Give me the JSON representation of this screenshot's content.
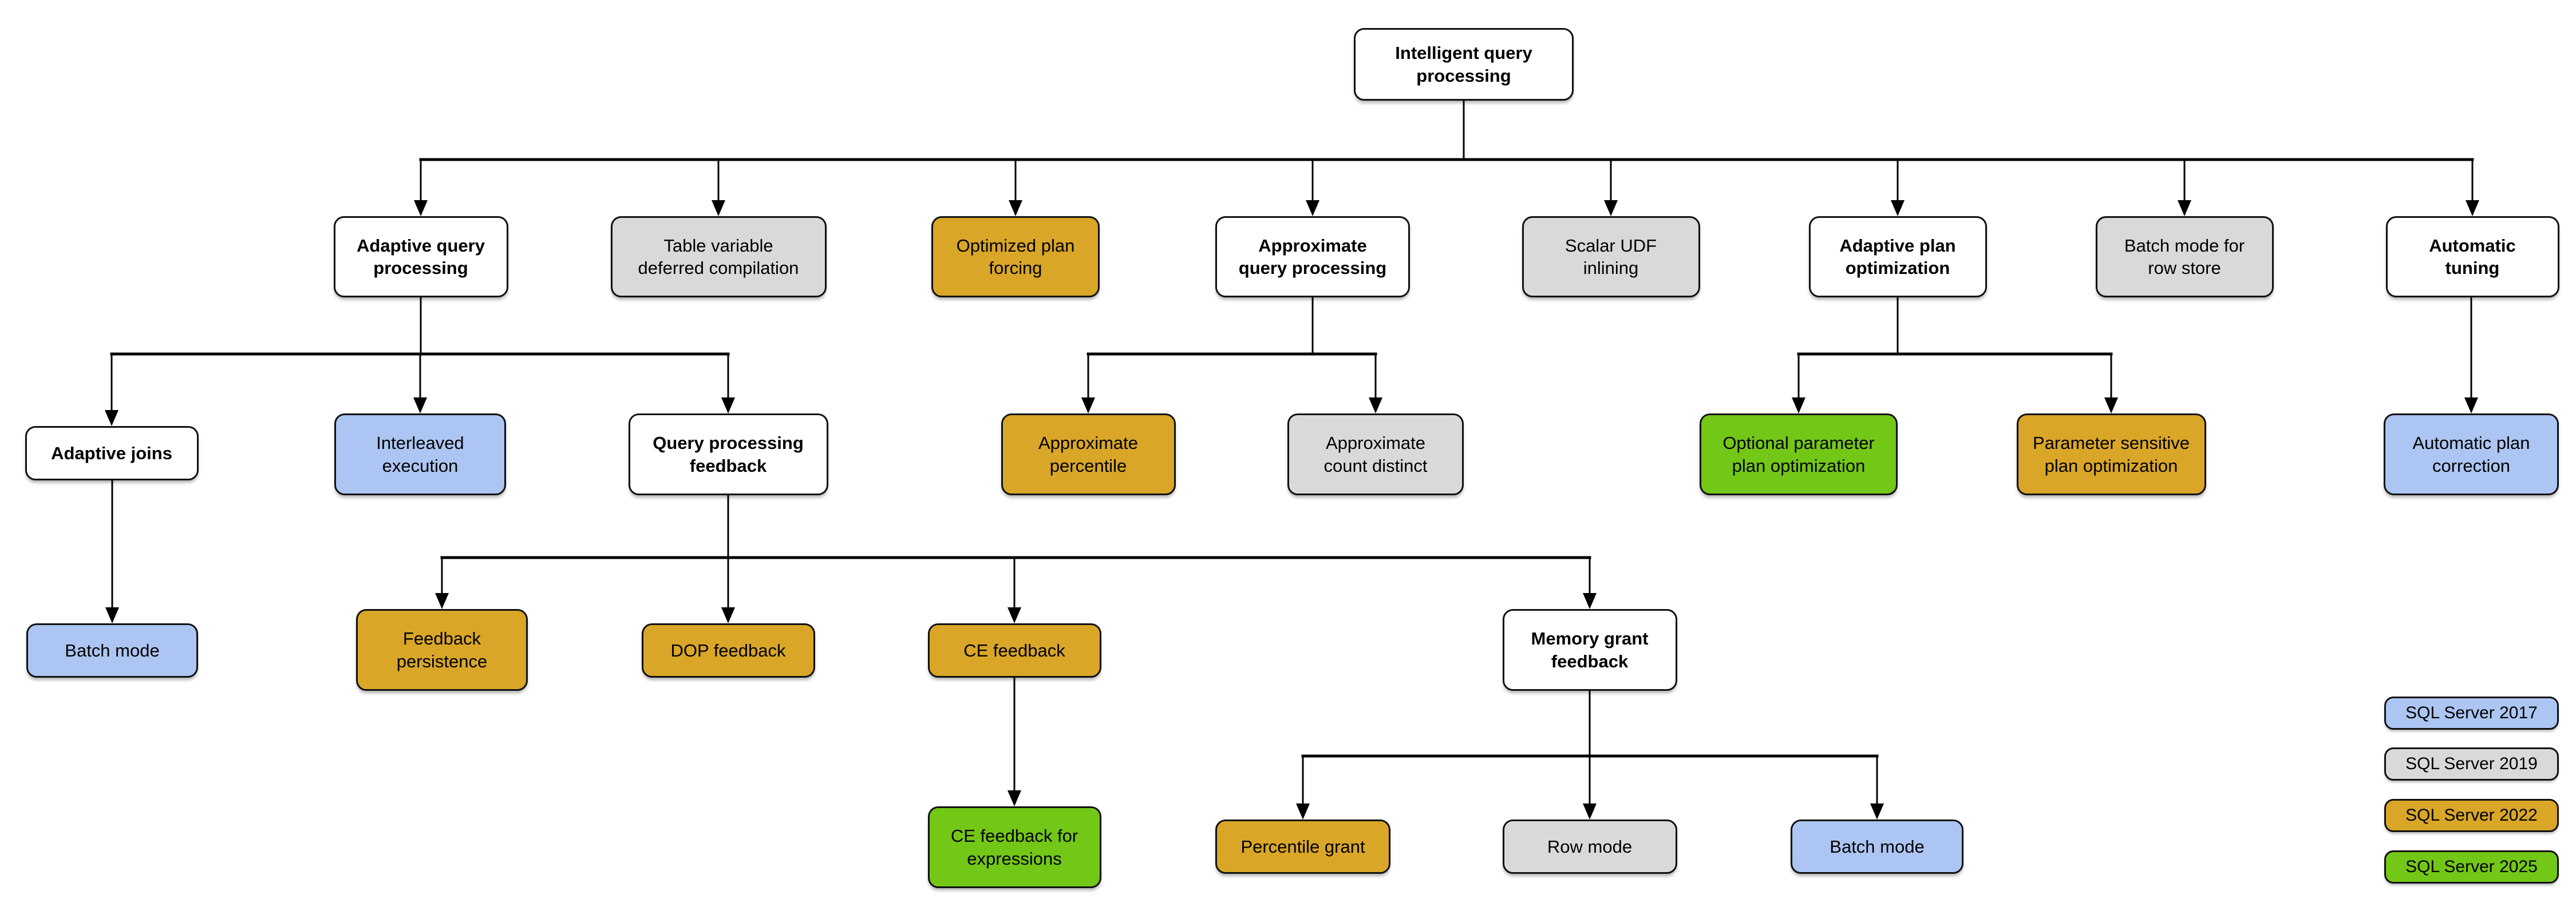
{
  "colors": {
    "white": "#FFFFFF",
    "gray": "#D9D9D9",
    "gold": "#D9A627",
    "blue": "#ACC5F2",
    "green": "#73C717",
    "border": "#111111",
    "line": "#000000"
  },
  "nodes": [
    {
      "id": "iqp",
      "label": "Intelligent query\nprocessing",
      "color": "white"
    },
    {
      "id": "aqp",
      "label": "Adaptive query\nprocessing",
      "color": "white"
    },
    {
      "id": "tvdc",
      "label": "Table variable\ndeferred compilation",
      "color": "gray"
    },
    {
      "id": "opf",
      "label": "Optimized plan\nforcing",
      "color": "gold"
    },
    {
      "id": "apqp",
      "label": "Approximate\nquery processing",
      "color": "white"
    },
    {
      "id": "sudf",
      "label": "Scalar UDF\ninlining",
      "color": "gray"
    },
    {
      "id": "apo",
      "label": "Adaptive plan\noptimization",
      "color": "white"
    },
    {
      "id": "bmrs",
      "label": "Batch mode for\nrow store",
      "color": "gray"
    },
    {
      "id": "at",
      "label": "Automatic\ntuning",
      "color": "white"
    },
    {
      "id": "aj",
      "label": "Adaptive joins",
      "color": "white"
    },
    {
      "id": "ie",
      "label": "Interleaved\nexecution",
      "color": "blue"
    },
    {
      "id": "qpf",
      "label": "Query processing\nfeedback",
      "color": "white"
    },
    {
      "id": "ap",
      "label": "Approximate\npercentile",
      "color": "gold"
    },
    {
      "id": "acd",
      "label": "Approximate\ncount distinct",
      "color": "gray"
    },
    {
      "id": "oppo",
      "label": "Optional parameter\nplan optimization",
      "color": "green"
    },
    {
      "id": "pspo",
      "label": "Parameter sensitive\nplan optimization",
      "color": "gold"
    },
    {
      "id": "apc",
      "label": "Automatic plan\ncorrection",
      "color": "blue"
    },
    {
      "id": "bm1",
      "label": "Batch mode",
      "color": "blue"
    },
    {
      "id": "fp",
      "label": "Feedback\npersistence",
      "color": "gold"
    },
    {
      "id": "dopf",
      "label": "DOP feedback",
      "color": "gold"
    },
    {
      "id": "cef",
      "label": "CE feedback",
      "color": "gold"
    },
    {
      "id": "mgf",
      "label": "Memory grant\nfeedback",
      "color": "white"
    },
    {
      "id": "cefe",
      "label": "CE feedback for\nexpressions",
      "color": "green"
    },
    {
      "id": "pg",
      "label": "Percentile grant",
      "color": "gold"
    },
    {
      "id": "rm",
      "label": "Row mode",
      "color": "gray"
    },
    {
      "id": "bm2",
      "label": "Batch mode",
      "color": "blue"
    }
  ],
  "legend": [
    {
      "label": "SQL Server 2017",
      "color": "blue"
    },
    {
      "label": "SQL Server 2019",
      "color": "gray"
    },
    {
      "label": "SQL Server 2022",
      "color": "gold"
    },
    {
      "label": "SQL Server 2025",
      "color": "green"
    }
  ]
}
